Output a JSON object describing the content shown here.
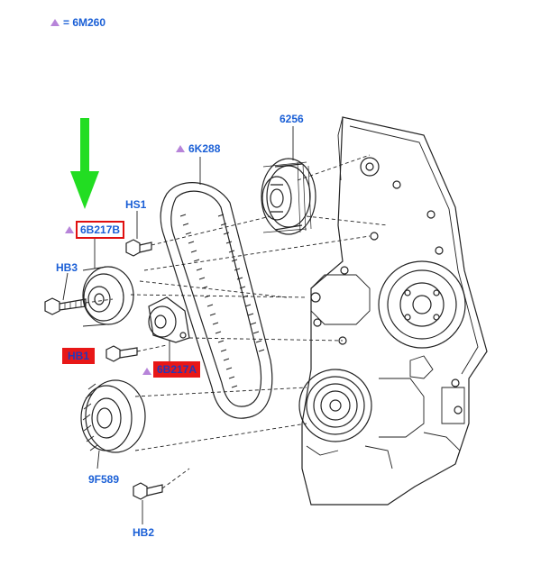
{
  "colors": {
    "label": "#1a5fd6",
    "triangle": "#b784d9",
    "highlight_box": "#e01010",
    "highlight_fill": "#e81717",
    "highlight_text": "#2438b8",
    "arrow": "#22dd22",
    "line": "#222222"
  },
  "legend": {
    "marker": "triangle",
    "text": "= 6M260"
  },
  "labels": {
    "part_6256": "6256",
    "part_6K288": "6K288",
    "part_HS1": "HS1",
    "part_6B217B": "6B217B",
    "part_HB3": "HB3",
    "part_HB1": "HB1",
    "part_6B217A": "6B217A",
    "part_9F589": "9F589",
    "part_HB2": "HB2"
  },
  "indicator": {
    "type": "arrow-down",
    "icon": "green-arrow-icon"
  }
}
